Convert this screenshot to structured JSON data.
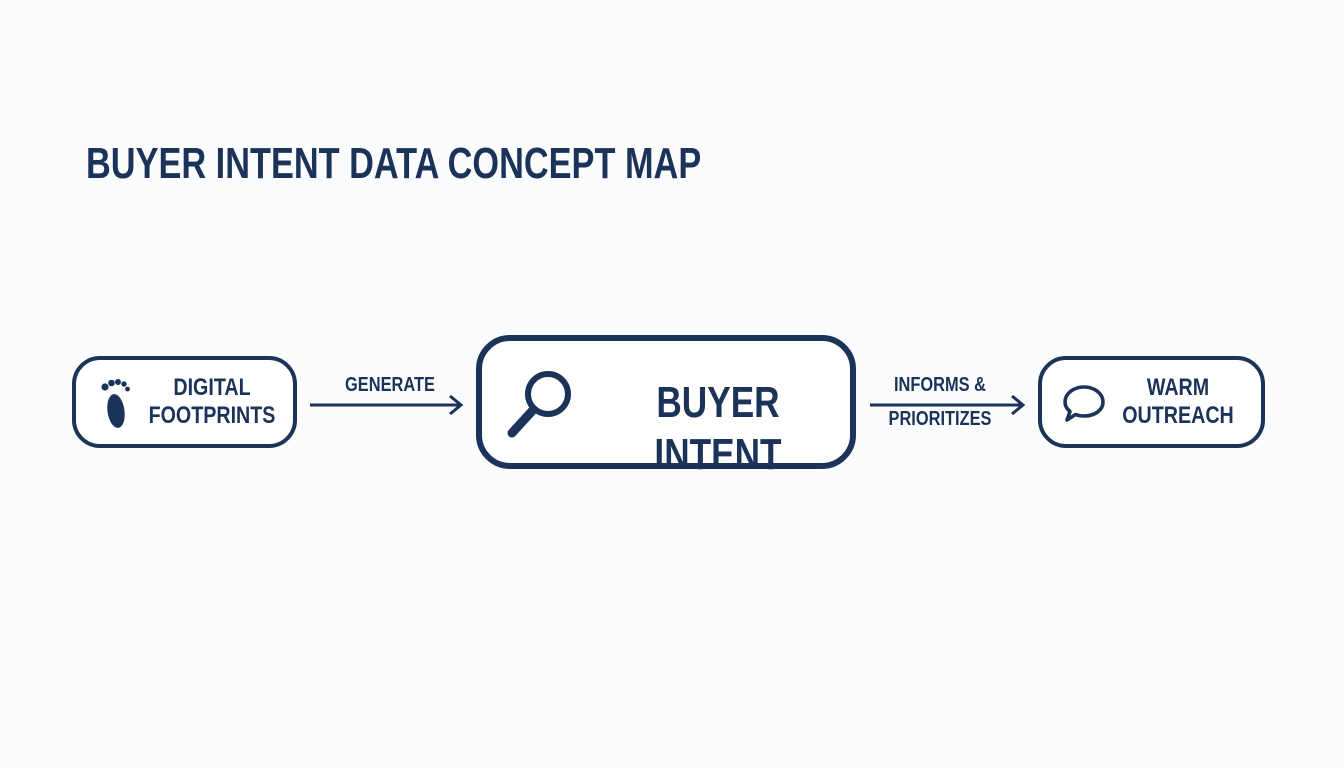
{
  "title": "BUYER INTENT DATA CONCEPT MAP",
  "nodes": {
    "footprints": {
      "label": "DIGITAL\nFOOTPRINTS",
      "icon": "footprint-icon"
    },
    "intent": {
      "label": "BUYER INTENT",
      "icon": "magnifying-glass-icon"
    },
    "outreach": {
      "label": "WARM\nOUTREACH",
      "icon": "speech-bubble-icon"
    }
  },
  "edges": {
    "generate": {
      "label": "GENERATE"
    },
    "informs": {
      "label": "INFORMS &\nPRIORITIZES"
    }
  },
  "colors": {
    "primary": "#1b3359",
    "background": "#fbfcfd"
  }
}
